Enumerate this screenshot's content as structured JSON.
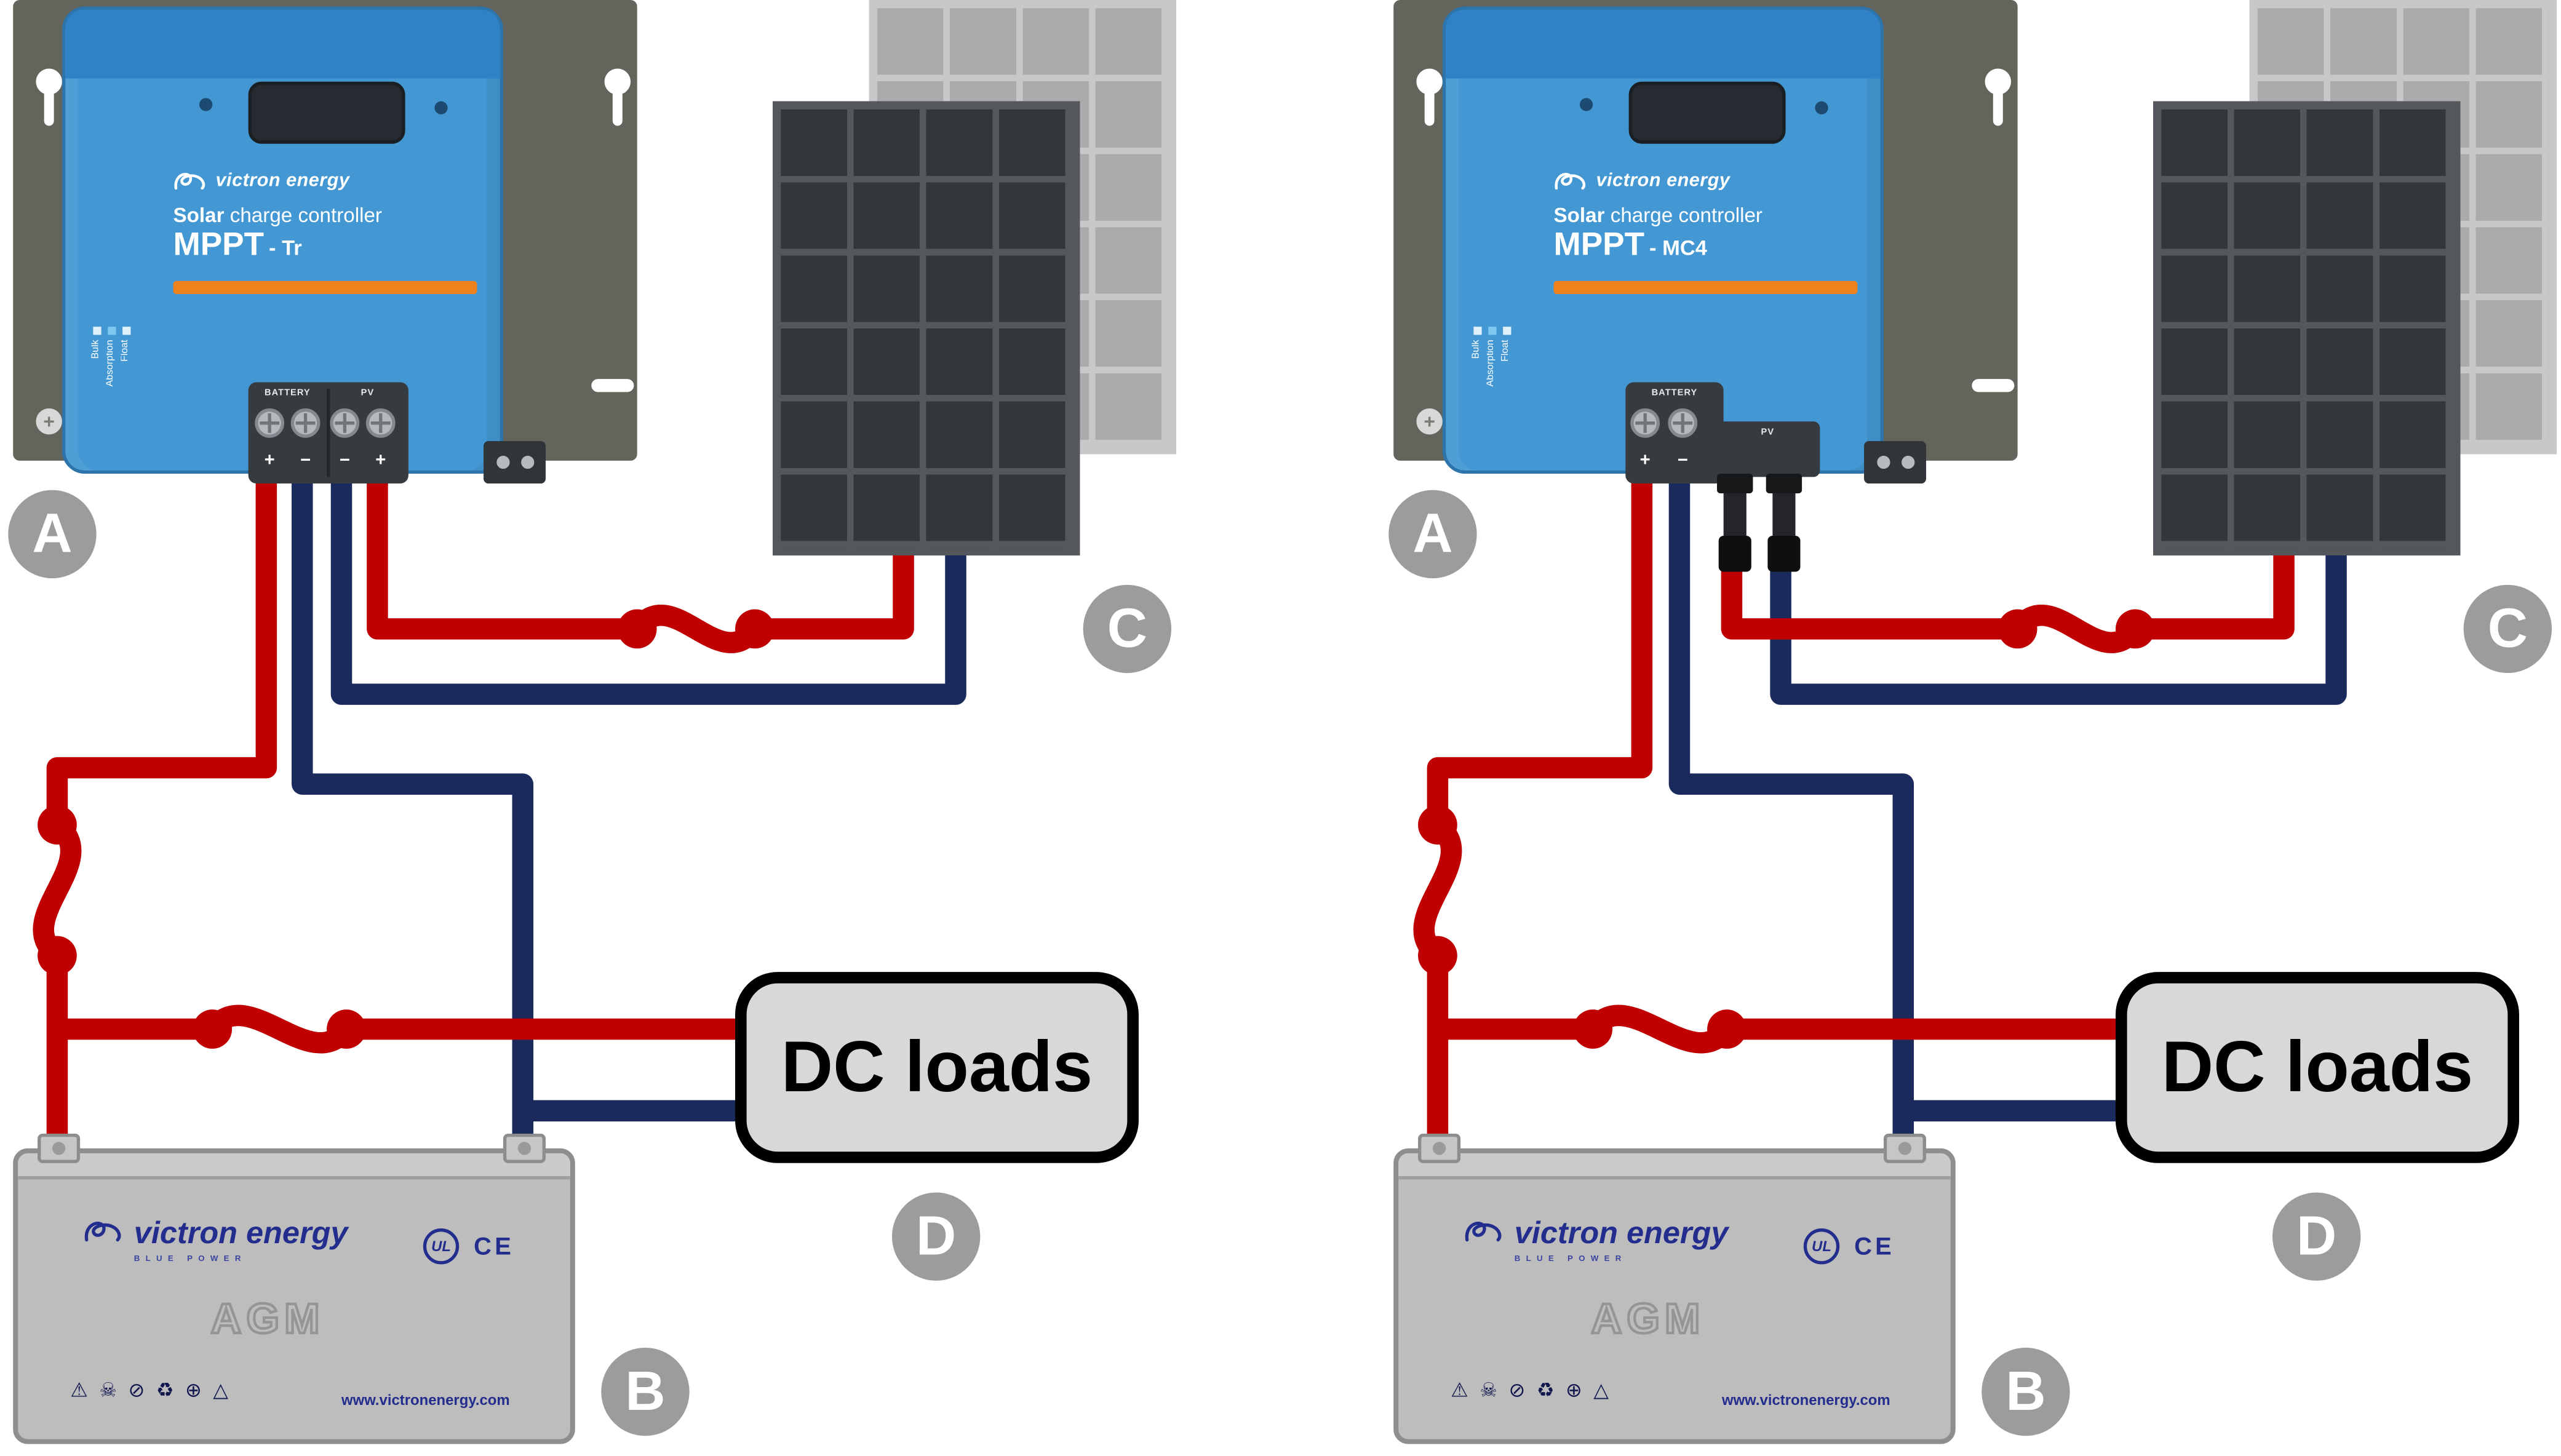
{
  "markers": {
    "a": "A",
    "b": "B",
    "c": "C",
    "d": "D"
  },
  "controller": {
    "brand": "victron energy",
    "product_bold": "Solar",
    "product_rest": " charge controller",
    "model_name": "MPPT",
    "leds": [
      "Bulk",
      "Absorption",
      "Float"
    ],
    "terminals": {
      "battery_label": "BATTERY",
      "pv_label": "PV",
      "battery_signs": [
        "+",
        "−"
      ],
      "pv_signs": [
        "−",
        "+"
      ]
    }
  },
  "models": {
    "left_variant": "- Tr",
    "right_variant": "- MC4"
  },
  "dc_loads": {
    "label": "DC loads"
  },
  "battery": {
    "brand": "victron energy",
    "sub_brand": "BLUE POWER",
    "type": "AGM",
    "cert_ul": "UL",
    "cert_ce": "CE",
    "website": "www.victronenergy.com",
    "safety_symbols": [
      "⚠",
      "☠",
      "⊘",
      "♻",
      "⊕",
      "△"
    ]
  },
  "colors": {
    "wire-pos": "#c00000",
    "wire-neg": "#1b2a5c",
    "accent": "#f0821e",
    "ctrl-blue": "#4397d3",
    "ctrl-blue-dark": "#2f82c6",
    "bracket": "#63655c",
    "marker": "#9c9c9c",
    "brand-blue": "#232d8d",
    "bat-body": "#bdbdbd"
  }
}
